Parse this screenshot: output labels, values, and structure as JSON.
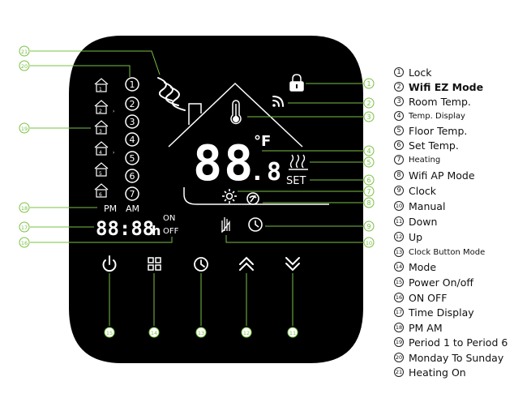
{
  "device": {
    "display": {
      "main_digits": "88",
      "decimal_digit": "8",
      "unit": "°F",
      "set_label": "SET",
      "pm_label": "PM",
      "am_label": "AM",
      "time_digits": "88:88",
      "time_unit": "h",
      "on_label": "ON",
      "off_label": "OFF",
      "day_numbers": [
        "1",
        "2",
        "3",
        "4",
        "5",
        "6",
        "7"
      ],
      "period_numbers": [
        "1",
        "2",
        "3",
        "4",
        "5",
        "6"
      ]
    },
    "buttons": [
      {
        "name": "power",
        "icon": "power-icon"
      },
      {
        "name": "mode",
        "icon": "grid-icon"
      },
      {
        "name": "clock",
        "icon": "clock-icon"
      },
      {
        "name": "up",
        "icon": "chevron-up-icon"
      },
      {
        "name": "down",
        "icon": "chevron-down-icon"
      }
    ],
    "colors": {
      "body": "#000000",
      "accent": "#7ac143",
      "display": "#ffffff"
    }
  },
  "callouts": [
    "1",
    "2",
    "3",
    "4",
    "5",
    "6",
    "7",
    "8",
    "9",
    "10",
    "11",
    "12",
    "13",
    "14",
    "15",
    "16",
    "17",
    "18",
    "19",
    "20",
    "21"
  ],
  "legend": [
    {
      "num": "1",
      "label": "Lock"
    },
    {
      "num": "2",
      "label": "Wifi EZ Mode"
    },
    {
      "num": "3",
      "label": "Room Temp."
    },
    {
      "num": "4",
      "label": "Temp. Display"
    },
    {
      "num": "5",
      "label": "Floor Temp."
    },
    {
      "num": "6",
      "label": "Set Temp."
    },
    {
      "num": "7",
      "label": "Heating"
    },
    {
      "num": "8",
      "label": "Wifi AP Mode"
    },
    {
      "num": "9",
      "label": "Clock"
    },
    {
      "num": "10",
      "label": "Manual"
    },
    {
      "num": "11",
      "label": "Down"
    },
    {
      "num": "12",
      "label": "Up"
    },
    {
      "num": "13",
      "label": "Clock Button Mode"
    },
    {
      "num": "14",
      "label": "Mode"
    },
    {
      "num": "15",
      "label": "Power On/off"
    },
    {
      "num": "16",
      "label": "ON  OFF"
    },
    {
      "num": "17",
      "label": "Time Display"
    },
    {
      "num": "18",
      "label": "PM  AM"
    },
    {
      "num": "19",
      "label": "Period 1 to Period 6"
    },
    {
      "num": "20",
      "label": "Monday To Sunday"
    },
    {
      "num": "21",
      "label": "Heating On"
    }
  ]
}
